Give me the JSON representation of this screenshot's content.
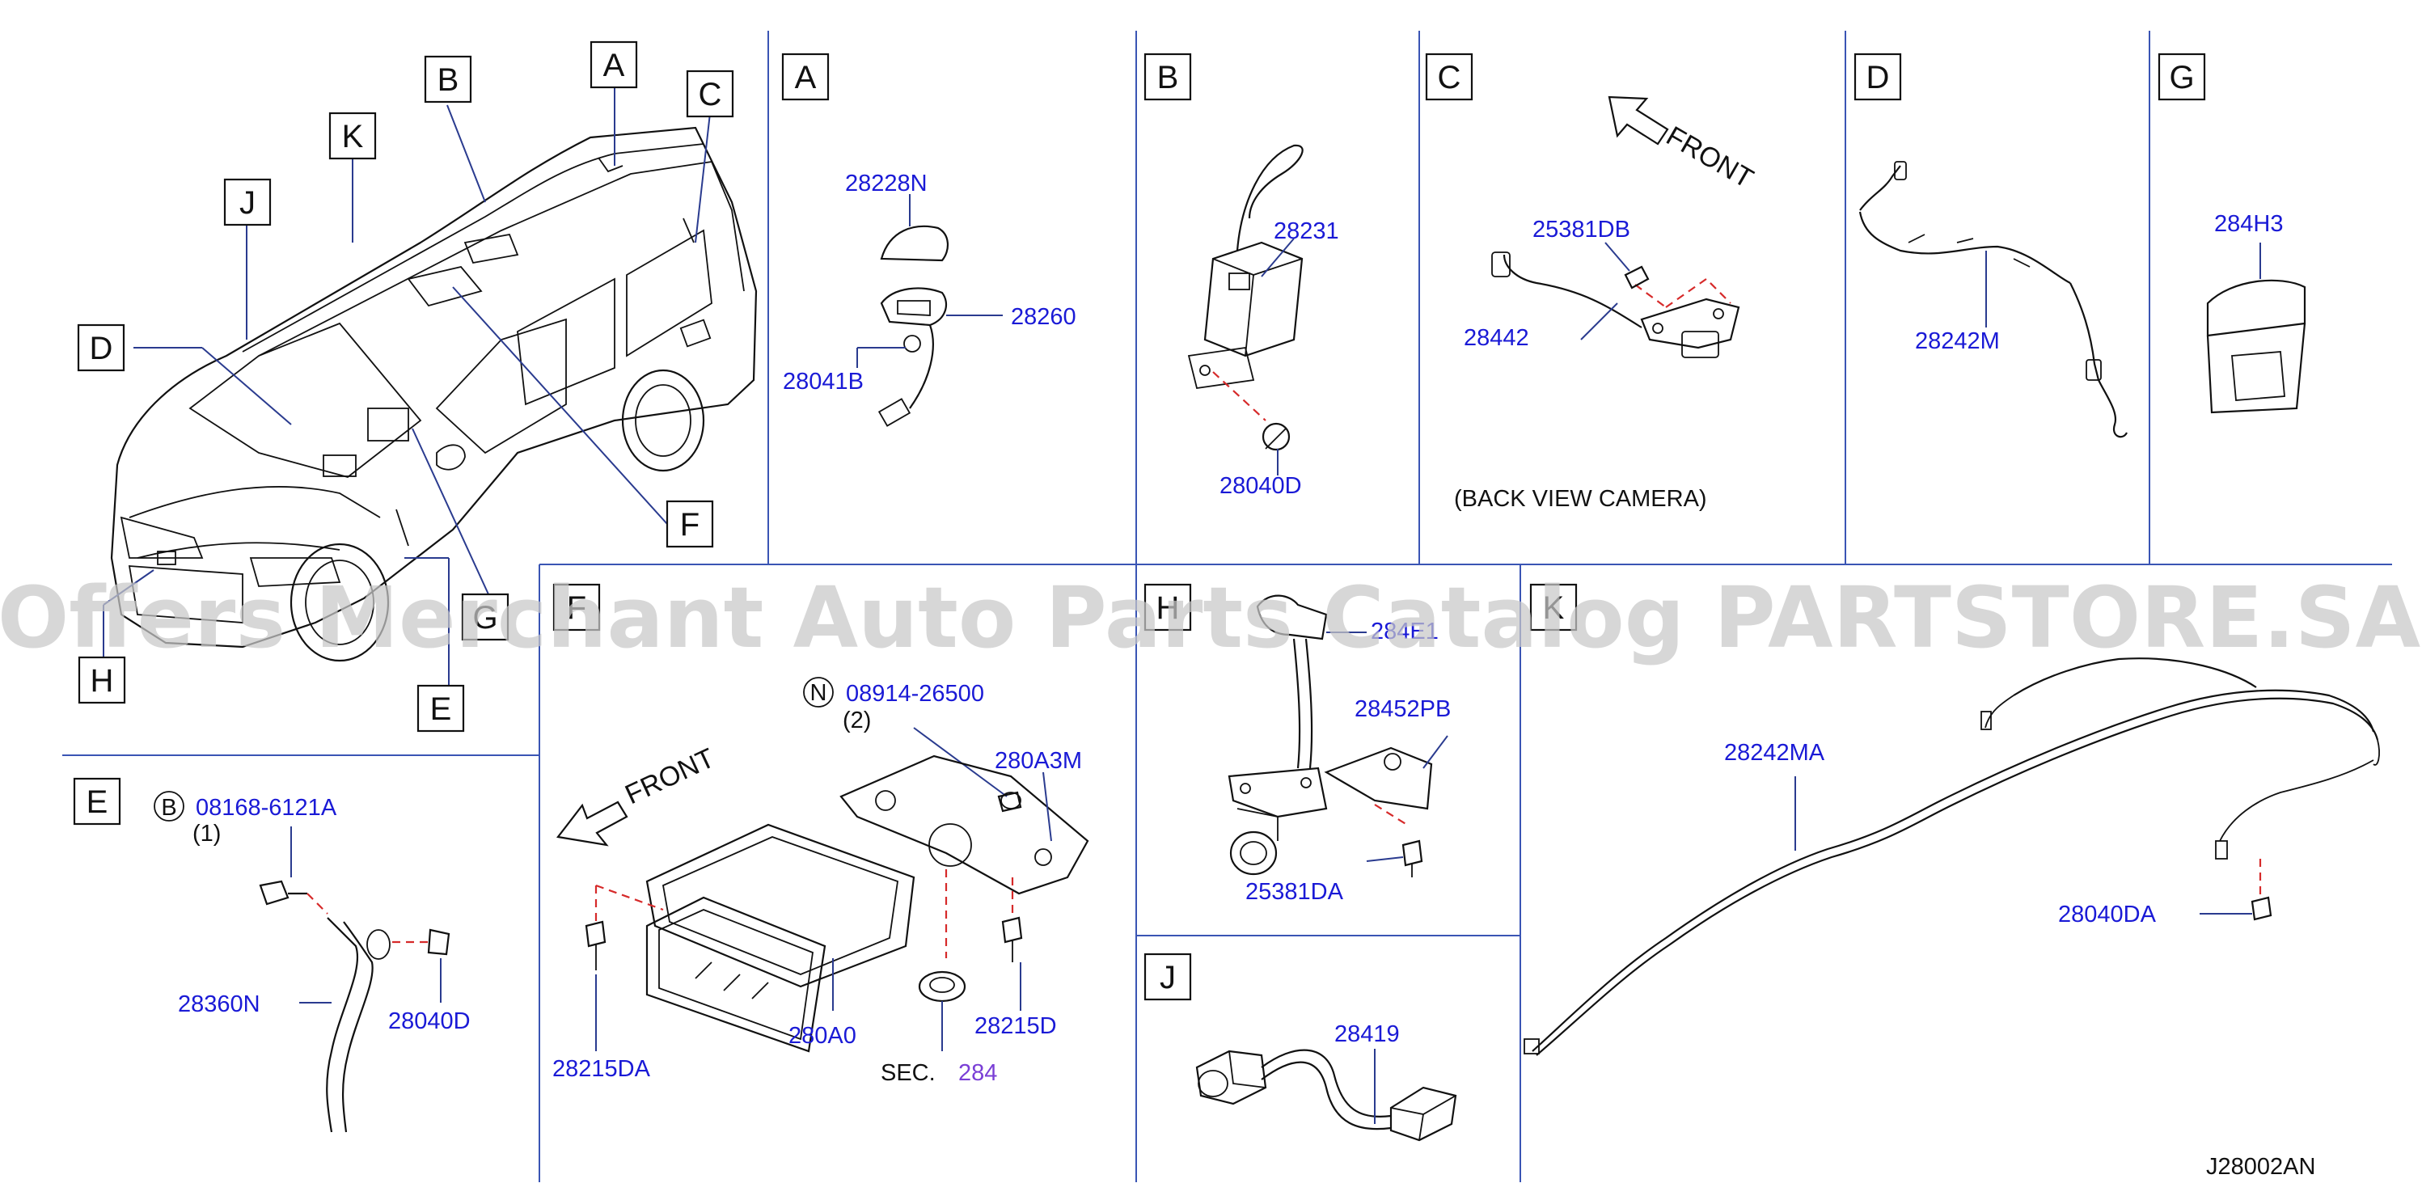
{
  "diagram_code": "J28002AN",
  "watermark": "Offers Merchant Auto Parts Catalog PARTSTORE.SA",
  "callouts": [
    "A",
    "B",
    "C",
    "D",
    "E",
    "F",
    "G",
    "H",
    "J",
    "K"
  ],
  "panel_labels": {
    "A": "A",
    "B": "B",
    "C": "C",
    "D": "D",
    "G": "G",
    "E": "E",
    "F": "F",
    "H": "H",
    "J": "J",
    "K": "K"
  },
  "front_label": "FRONT",
  "panels": {
    "A": {
      "parts": [
        "28228N",
        "28260",
        "28041B"
      ]
    },
    "B": {
      "parts": [
        "28231",
        "28040D"
      ]
    },
    "C": {
      "parts": [
        "25381DB",
        "28442"
      ],
      "note": "(BACK   VIEW   CAMERA)"
    },
    "D": {
      "parts": [
        "28242M"
      ]
    },
    "G": {
      "parts": [
        "284H3"
      ]
    },
    "E": {
      "bolt_symbol": "B",
      "bolt_part": "08168-6121A",
      "bolt_qty": "(1)",
      "parts": [
        "28360N",
        "28040D"
      ]
    },
    "F": {
      "nut_symbol": "N",
      "nut_part": "08914-26500",
      "nut_qty": "(2)",
      "parts": [
        "280A3M",
        "28215DA",
        "280A0",
        "28215D"
      ],
      "sec_label": "SEC.",
      "sec_number": "284"
    },
    "H": {
      "parts": [
        "284E1",
        "28452PB",
        "25381DA"
      ]
    },
    "J": {
      "parts": [
        "28419"
      ]
    },
    "K": {
      "parts": [
        "28242MA",
        "28040DA"
      ]
    }
  },
  "colors": {
    "part_number": "#1a1ad6",
    "section_ref": "#7a3fd6",
    "panel_border": "#3a55b4",
    "hidden_line": "#d62a2a"
  }
}
